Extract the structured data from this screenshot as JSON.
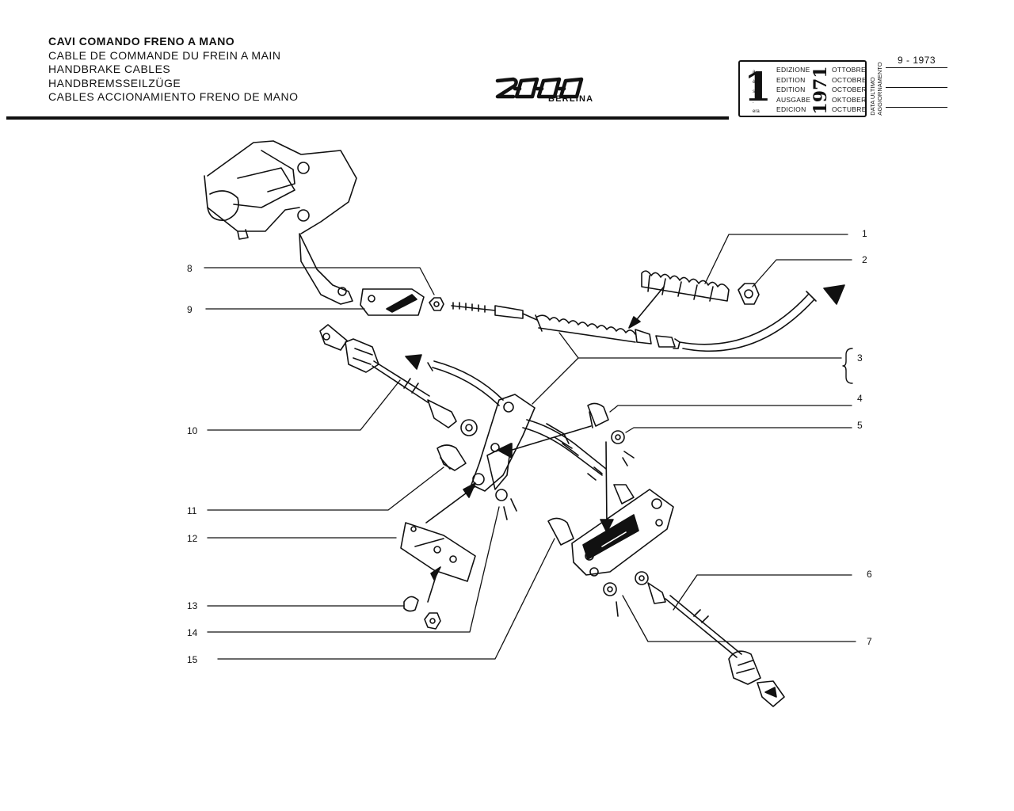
{
  "header": {
    "titles": [
      "CAVI COMANDO FRENO A MANO",
      "CABLE DE COMMANDE DU FREIN A MAIN",
      "HANDBRAKE CABLES",
      "HANDBREMSSEILZÜGE",
      "CABLES ACCIONAMIENTO FRENO DE MANO"
    ],
    "logo_text": "2000",
    "logo_subtitle": "BERLINA"
  },
  "edition": {
    "number": "1",
    "suffixes": [
      "a",
      "ère",
      "st",
      ".",
      "era"
    ],
    "labels": [
      "EDIZIONE",
      "EDITION",
      "EDITION",
      "AUSGABE",
      "EDICION"
    ],
    "year": "1971",
    "months": [
      "OTTOBRE",
      "OCTOBRE",
      "OCTOBER",
      "OKTOBER",
      "OCTUBRE"
    ],
    "update_labels": [
      "DATA ULTIMO",
      "AGGIORNAMENTO"
    ],
    "update_date": "9 - 1973"
  },
  "callouts_left": [
    "8",
    "9",
    "10",
    "11",
    "12",
    "13",
    "14",
    "15"
  ],
  "callouts_right": [
    "1",
    "2",
    "3",
    "4",
    "5",
    "6",
    "7"
  ],
  "colors": {
    "ink": "#111111",
    "paper": "#ffffff"
  }
}
